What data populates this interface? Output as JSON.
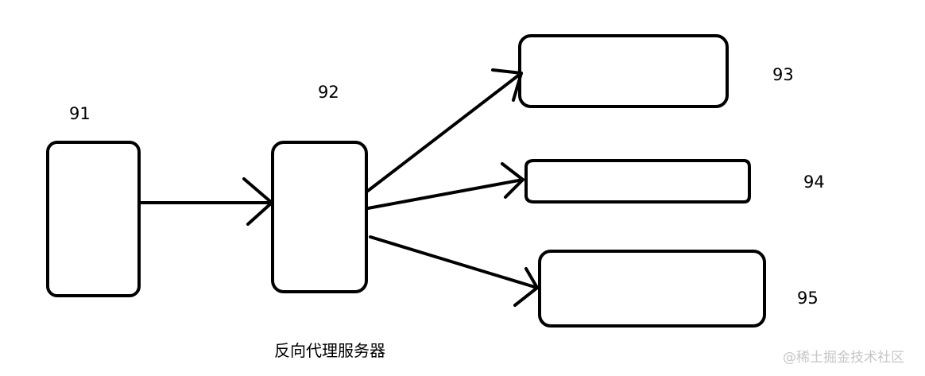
{
  "nodes": {
    "client": {
      "label": "91"
    },
    "proxy": {
      "label": "92"
    },
    "server_a": {
      "label": "93"
    },
    "server_b": {
      "label": "94"
    },
    "server_c": {
      "label": "95"
    }
  },
  "caption": "反向代理服务器",
  "watermark": "@稀土掘金技术社区",
  "colors": {
    "stroke": "#000000",
    "background": "#ffffff",
    "watermark": "#c6c6c6"
  }
}
